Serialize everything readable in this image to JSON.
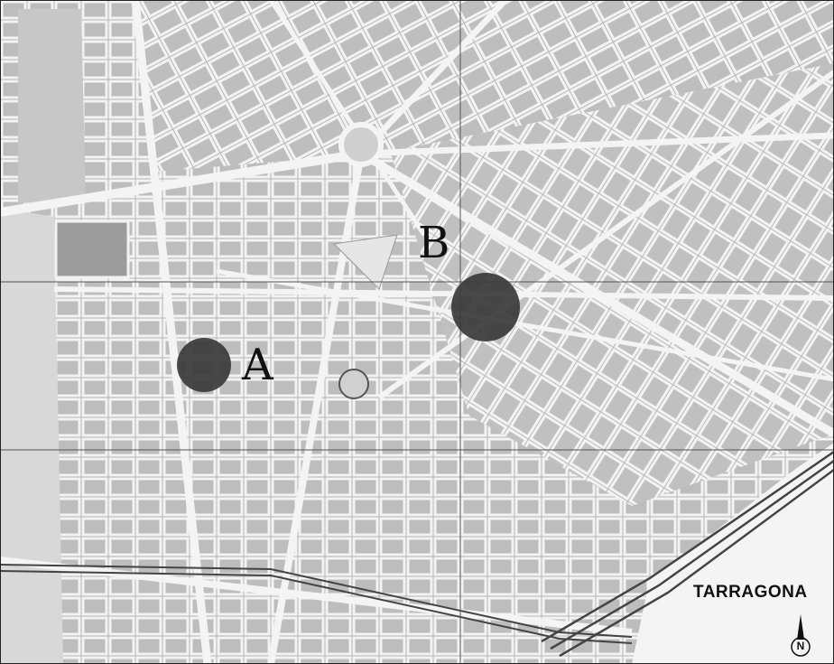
{
  "map": {
    "city_name": "TARRAGONA",
    "north_label": "N",
    "markers": [
      {
        "id": "A",
        "label": "A",
        "color": "#3a3a3a"
      },
      {
        "id": "B",
        "label": "B",
        "color": "#3a3a3a"
      }
    ],
    "colors": {
      "land": "#b9b9b9",
      "street": "#f2f2f2",
      "sea": "#f4f4f4",
      "grid": "#555555",
      "rail": "#444444"
    },
    "compass_icon": "north-arrow-icon"
  }
}
